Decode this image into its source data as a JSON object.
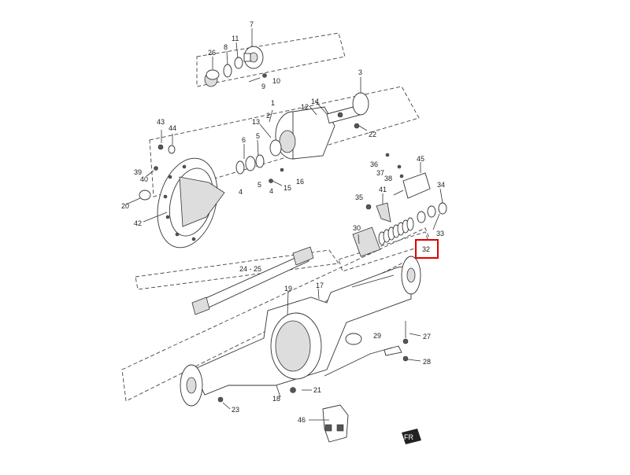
{
  "diagram": {
    "labels": {
      "l1": "1",
      "l2": "2",
      "l3": "3",
      "l4a": "4",
      "l4b": "4",
      "l5a": "5",
      "l5b": "5",
      "l6": "6",
      "l7": "7",
      "l8": "8",
      "l9": "9",
      "l10": "10",
      "l11": "11",
      "l12": "12",
      "l13": "13",
      "l14": "14",
      "l15": "15",
      "l16": "16",
      "l17": "17",
      "l18": "18",
      "l19": "19",
      "l20": "20",
      "l21": "21",
      "l22": "22",
      "l23": "23",
      "l2425": "24 - 25",
      "l26": "26",
      "l27": "27",
      "l28": "28",
      "l29": "29",
      "l30": "30",
      "l32": "32",
      "l33": "33",
      "l34": "34",
      "l35": "35",
      "l36": "36",
      "l37": "37",
      "l38": "38",
      "l39": "39",
      "l40": "40",
      "l41": "41",
      "l42": "42",
      "l43": "43",
      "l44": "44",
      "l45": "45",
      "l46": "46"
    },
    "front_mark": "FR",
    "highlight_color": "#e00000"
  }
}
